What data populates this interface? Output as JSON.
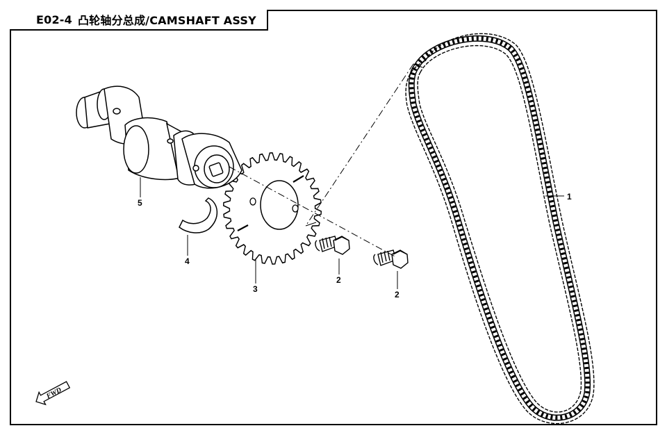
{
  "header": {
    "code": "E02-4",
    "title": "凸轮轴分总成/CAMSHAFT ASSY"
  },
  "callouts": [
    "1",
    "2",
    "2",
    "3",
    "4",
    "5"
  ],
  "fwd_label": "FWD",
  "colors": {
    "line": "#000000",
    "background": "#ffffff"
  }
}
